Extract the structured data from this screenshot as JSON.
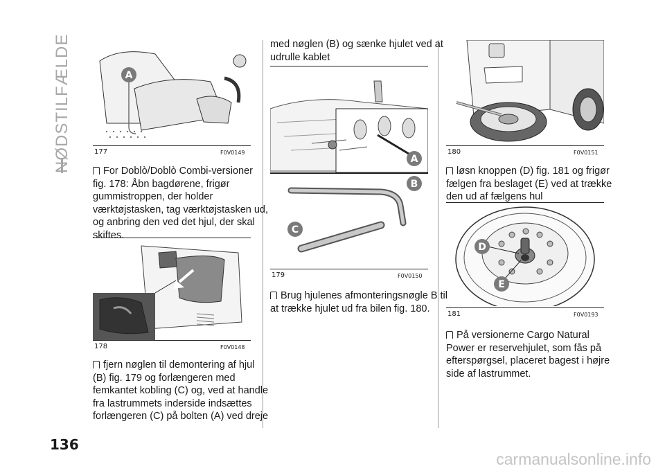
{
  "section_title": "NØDSTILFÆLDE",
  "page_number": "136",
  "watermark": "carmanualsonline.info",
  "figures": [
    {
      "num": "177",
      "code": "F0V0149",
      "labels": [
        "A"
      ]
    },
    {
      "num": "178",
      "code": "F0V0148",
      "labels": []
    },
    {
      "num": "179",
      "code": "F0V0150",
      "labels": [
        "A",
        "B",
        "C"
      ]
    },
    {
      "num": "180",
      "code": "F0V0151",
      "labels": []
    },
    {
      "num": "181",
      "code": "F0V0193",
      "labels": [
        "D",
        "E"
      ]
    }
  ],
  "paragraphs": [
    {
      "lines": [
        "For Doblò/Doblò Combi-versioner",
        "fig. 178: Åbn bagdørene, frigør",
        "gummistroppen, der holder",
        "værktøjstasken, tag værktøjstasken ud,",
        "og anbring den ved det hjul, der skal",
        "skiftes."
      ]
    },
    {
      "lines": [
        "fjern nøglen til demontering af hjul",
        "(B) fig. 179 og forlængeren med",
        "femkantet kobling (C) og, ved at handle",
        "fra lastrummets inderside indsættes",
        "forlængeren (C) på bolten (A) ved dreje"
      ]
    },
    {
      "lines": [
        "med nøglen (B) og sænke hjulet ved at",
        "udrulle kablet"
      ]
    },
    {
      "lines": [
        "Brug hjulenes afmonteringsnøgle B til",
        "at trække hjulet ud fra bilen fig. 180."
      ]
    },
    {
      "lines": [
        "løsn knoppen (D) fig. 181 og frigør",
        "fælgen fra beslaget (E) ved at trække",
        "den ud af fælgens hul"
      ]
    },
    {
      "lines": [
        "På versionerne Cargo Natural",
        "Power er reservehjulet, som fås på",
        "efterspørgsel, placeret bagest i højre",
        "side af lastrummet."
      ]
    }
  ]
}
